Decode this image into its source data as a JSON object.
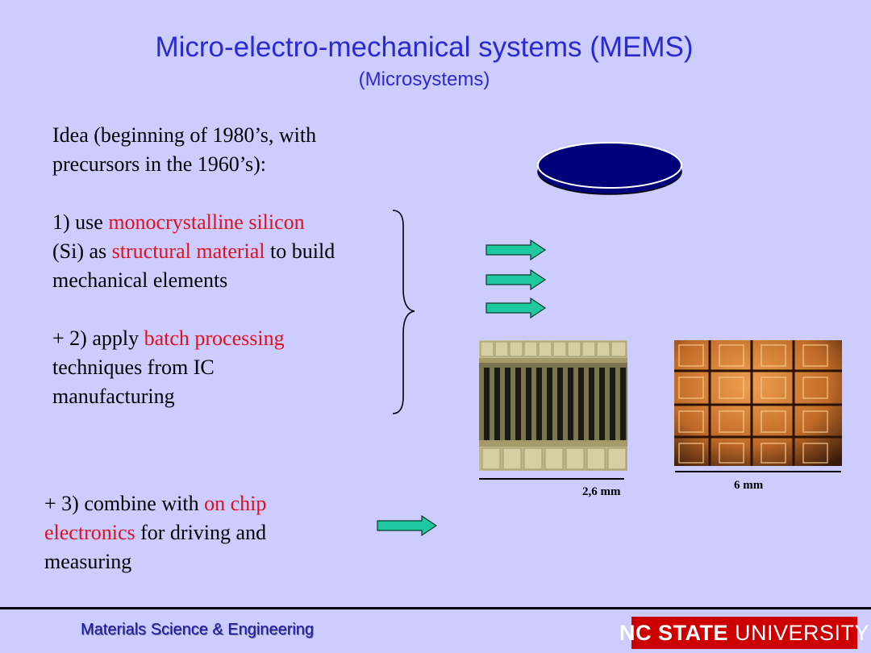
{
  "title": "Micro-electro-mechanical systems (MEMS)",
  "subtitle": "(Microsystems)",
  "idea": {
    "line1": "Idea (beginning of 1980’s, with",
    "line2": "precursors in the 1960’s):"
  },
  "point1": {
    "a": "1) use ",
    "b": "monocrystalline silicon",
    "c": "(Si) as ",
    "d": "structural material",
    "e": " to build",
    "f": "mechanical elements"
  },
  "point2": {
    "a": "+ 2) apply ",
    "b": "batch processing",
    "c": "techniques from IC",
    "d": "manufacturing"
  },
  "point3": {
    "a": "+ 3) combine with ",
    "b": "on chip",
    "c": "electronics",
    "d": " for driving and",
    "e": "measuring"
  },
  "scale_left": "2,6 mm",
  "scale_right": "6 mm",
  "footer": {
    "department": "Materials Science & Engineering",
    "logo_bold": "NC STATE",
    "logo_light": "UNIVERSITY"
  },
  "colors": {
    "background": "#ccccff",
    "title": "#2a2ad0",
    "highlight": "#e0101e",
    "arrow": "#1ec8a0",
    "wafer": "#00007a",
    "logo": "#cc0000"
  }
}
